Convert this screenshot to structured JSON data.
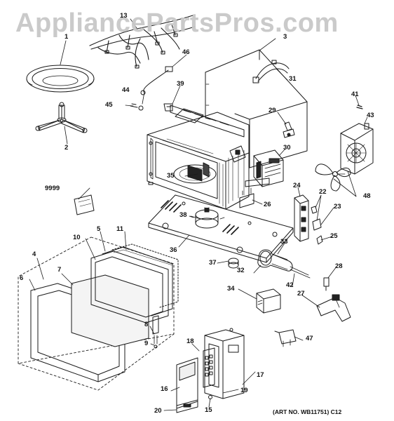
{
  "watermark": "AppliancePartsPros.com",
  "art_number": "(ART NO. WB11751) C12",
  "callouts": {
    "c1": "1",
    "c2": "2",
    "c3": "3",
    "c4": "4",
    "c5": "5",
    "c6": "6",
    "c7": "7",
    "c8": "8",
    "c9": "9",
    "c10": "10",
    "c11": "11",
    "c13": "13",
    "c15": "15",
    "c16": "16",
    "c17": "17",
    "c18": "18",
    "c19": "19",
    "c20": "20",
    "c22": "22",
    "c23": "23",
    "c24": "24",
    "c25": "25",
    "c26": "26",
    "c27": "27",
    "c28": "28",
    "c29": "29",
    "c30": "30",
    "c31": "31",
    "c32": "32",
    "c33": "33",
    "c34": "34",
    "c35": "35",
    "c36": "36",
    "c37": "37",
    "c38": "38",
    "c39": "39",
    "c41": "41",
    "c42": "42",
    "c43": "43",
    "c44": "44",
    "c45": "45",
    "c46": "46",
    "c47": "47",
    "c48": "48",
    "c9999": "9999"
  }
}
